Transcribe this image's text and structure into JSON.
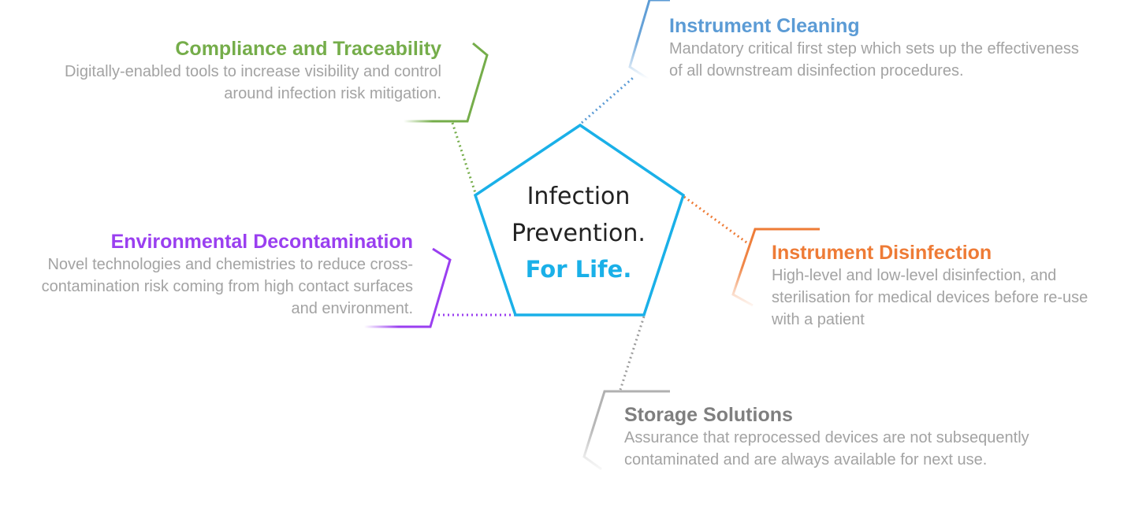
{
  "center": {
    "line1": "Infection",
    "line2": "Prevention.",
    "line3": "For Life.",
    "text_color": "#222222",
    "accent_color": "#1ab0e8"
  },
  "colors": {
    "pentagon_stroke": "#1ab0e8",
    "description_text": "#a3a3a3"
  },
  "pillars": {
    "compliance": {
      "title": "Compliance and Traceability",
      "description": "Digitally-enabled tools to increase visibility and control around infection risk mitigation.",
      "color": "#75ad4a"
    },
    "environmental": {
      "title": "Environmental Decontamination",
      "description": "Novel technologies and chemistries to reduce cross-contamination risk coming from high contact surfaces and environment.",
      "color": "#9a3ff0"
    },
    "cleaning": {
      "title": "Instrument Cleaning",
      "description": "Mandatory critical first step which sets up the effectiveness of all downstream disinfection procedures.",
      "color": "#5b9bd5"
    },
    "disinfection": {
      "title": "Instrument Disinfection",
      "description": "High-level and low-level disinfection, and sterilisation for medical devices before re-use with a patient",
      "color": "#ee7b36"
    },
    "storage": {
      "title": "Storage Solutions",
      "description": "Assurance that reprocessed devices are not subsequently contaminated and  are always available for next use.",
      "color": "#7f7f7f"
    }
  }
}
